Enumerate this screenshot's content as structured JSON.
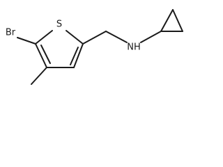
{
  "molecule": {
    "atoms": {
      "bromine": "Br",
      "sulfur": "S",
      "amine": "NH"
    }
  }
}
